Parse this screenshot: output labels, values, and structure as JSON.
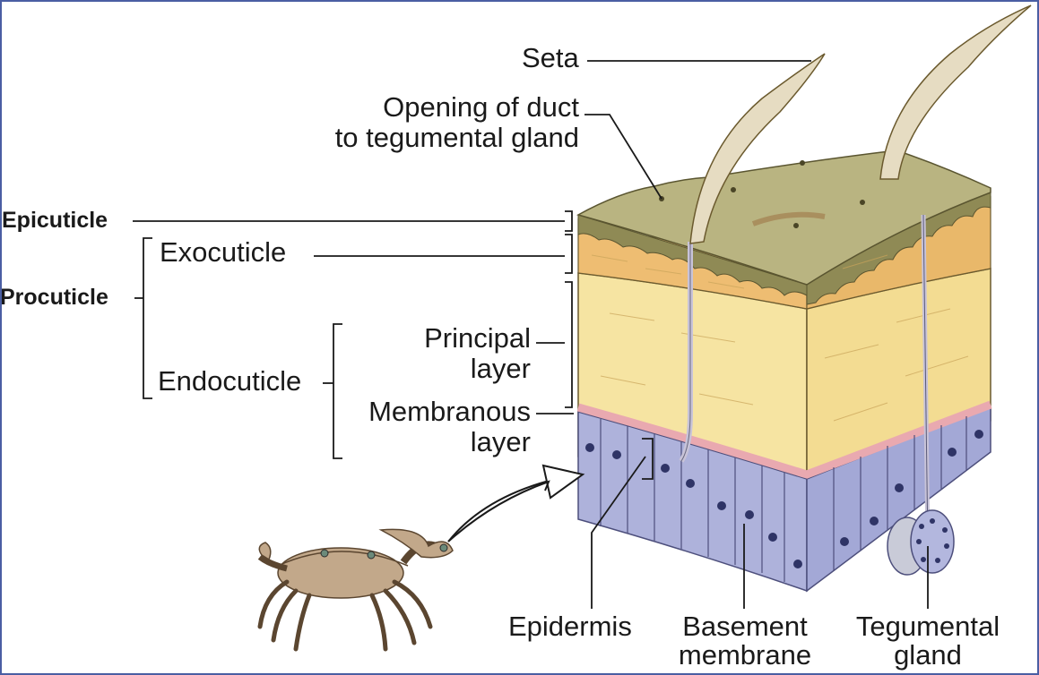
{
  "labels": {
    "seta": "Seta",
    "opening_line1": "Opening of duct",
    "opening_line2": "to tegumental gland",
    "epicuticle": "Epicuticle",
    "exocuticle": "Exocuticle",
    "procuticle": "Procuticle",
    "principal_line1": "Principal",
    "principal_line2": "layer",
    "endocuticle": "Endocuticle",
    "membranous_line1": "Membranous",
    "membranous_line2": "layer",
    "epidermis": "Epidermis",
    "basement_line1": "Basement",
    "basement_line2": "membrane",
    "tegumental_line1": "Tegumental",
    "tegumental_line2": "gland"
  },
  "colors": {
    "frame": "#4a5ea3",
    "epicuticle_surface": "#b9b481",
    "exocuticle": "#eebd72",
    "endocuticle": "#f6e4a2",
    "epidermis": "#aeb2db",
    "crab_body": "#c2a88a",
    "leader_line": "#1a1a1a"
  },
  "icons": [
    "crab-illustration",
    "magnify-arrow",
    "cuticle-block-illustration"
  ]
}
